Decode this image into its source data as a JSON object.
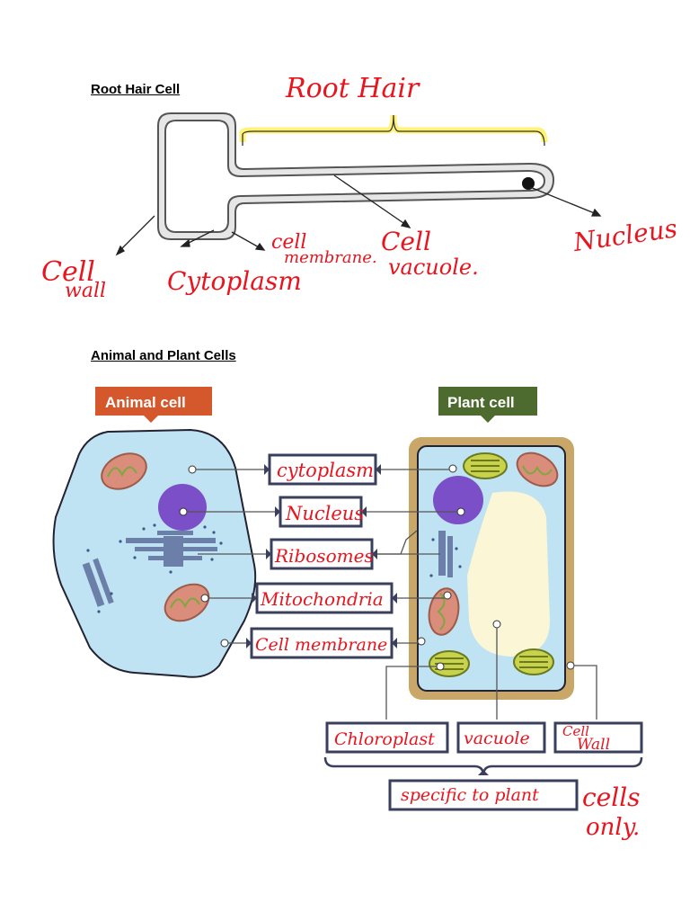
{
  "headings": {
    "root_hair": "Root Hair Cell",
    "animal_plant": "Animal and Plant Cells"
  },
  "root_hair_labels": {
    "title": "Root Hair",
    "cell_wall_line1": "Cell",
    "cell_wall_line2": "wall",
    "cytoplasm": "Cytoplasm",
    "cell_membrane_line1": "cell",
    "cell_membrane_line2": "membrane.",
    "vacuole_line1": "Cell",
    "vacuole_line2": "vacuole.",
    "nucleus": "Nucleus"
  },
  "badges": {
    "animal": "Animal cell",
    "plant": "Plant cell"
  },
  "labels": {
    "cytoplasm": "cytoplasm",
    "nucleus": "Nucleus",
    "ribosomes": "Ribosomes",
    "mitochondria": "Mitochondria",
    "cell_membrane": "Cell membrane",
    "chloroplast": "Chloroplast",
    "vacuole": "vacuole",
    "cell_wall_line1": "Cell",
    "cell_wall_line2": "Wall",
    "specific": "specific to plant",
    "specific_tail_line1": "cells",
    "specific_tail_line2": "only."
  },
  "colors": {
    "ink": "#e8141e",
    "animal_badge": "#d4582b",
    "plant_badge": "#4e6b2f",
    "cell_fill": "#bfe3f2",
    "cell_wall": "#c9a768",
    "nucleus": "#7a4fc7",
    "highlight": "#fff275"
  }
}
